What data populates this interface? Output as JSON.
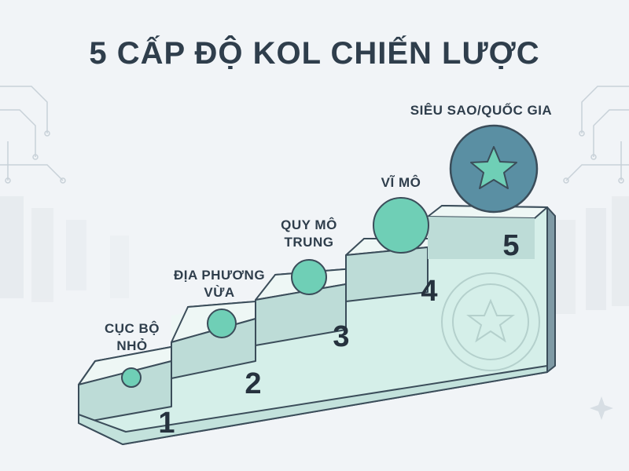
{
  "title": "5 CẤP ĐỘ KOL CHIẾN LƯỢC",
  "levels": [
    {
      "number": "1",
      "line1": "CỤC BỘ",
      "line2": "NHỎ"
    },
    {
      "number": "2",
      "line1": "ĐỊA PHƯƠNG",
      "line2": "VỪA"
    },
    {
      "number": "3",
      "line1": "QUY MÔ",
      "line2": "TRUNG"
    },
    {
      "number": "4",
      "line1": "VĨ MÔ",
      "line2": ""
    },
    {
      "number": "5",
      "line1": "SIÊU SAO/QUỐC GIA",
      "line2": ""
    }
  ],
  "icons": [
    "star-icon",
    "star-badge-icon",
    "sparkle-icon"
  ],
  "colors": {
    "background": "#f1f4f7",
    "step_top": "#eef7f5",
    "step_front": "#d5efe9",
    "step_riser": "#bddcd7",
    "step_side": "#7f9aa5",
    "outline": "#3b4d5a",
    "circle_teal": "#6fcfb6",
    "circle_star": "#5a8fa3",
    "text": "#2f3e4c"
  }
}
